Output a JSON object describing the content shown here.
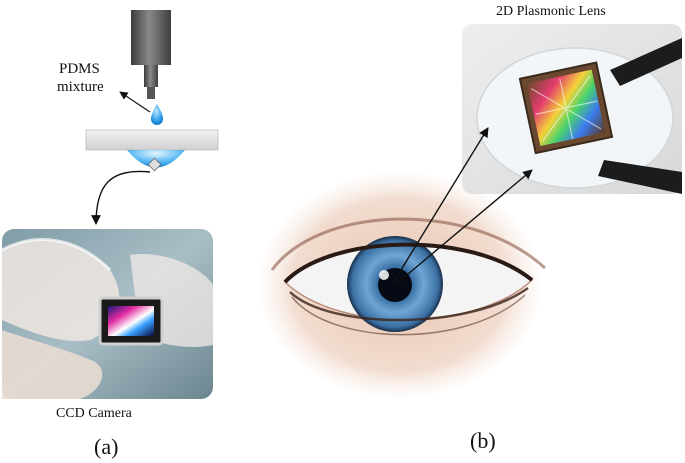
{
  "labels": {
    "pdms": "PDMS",
    "mixture": "mixture",
    "ccd": "CCD Camera",
    "plasmonic": "2D Plasmonic Lens",
    "panel_a": "(a)",
    "panel_b": "(b)"
  }
}
